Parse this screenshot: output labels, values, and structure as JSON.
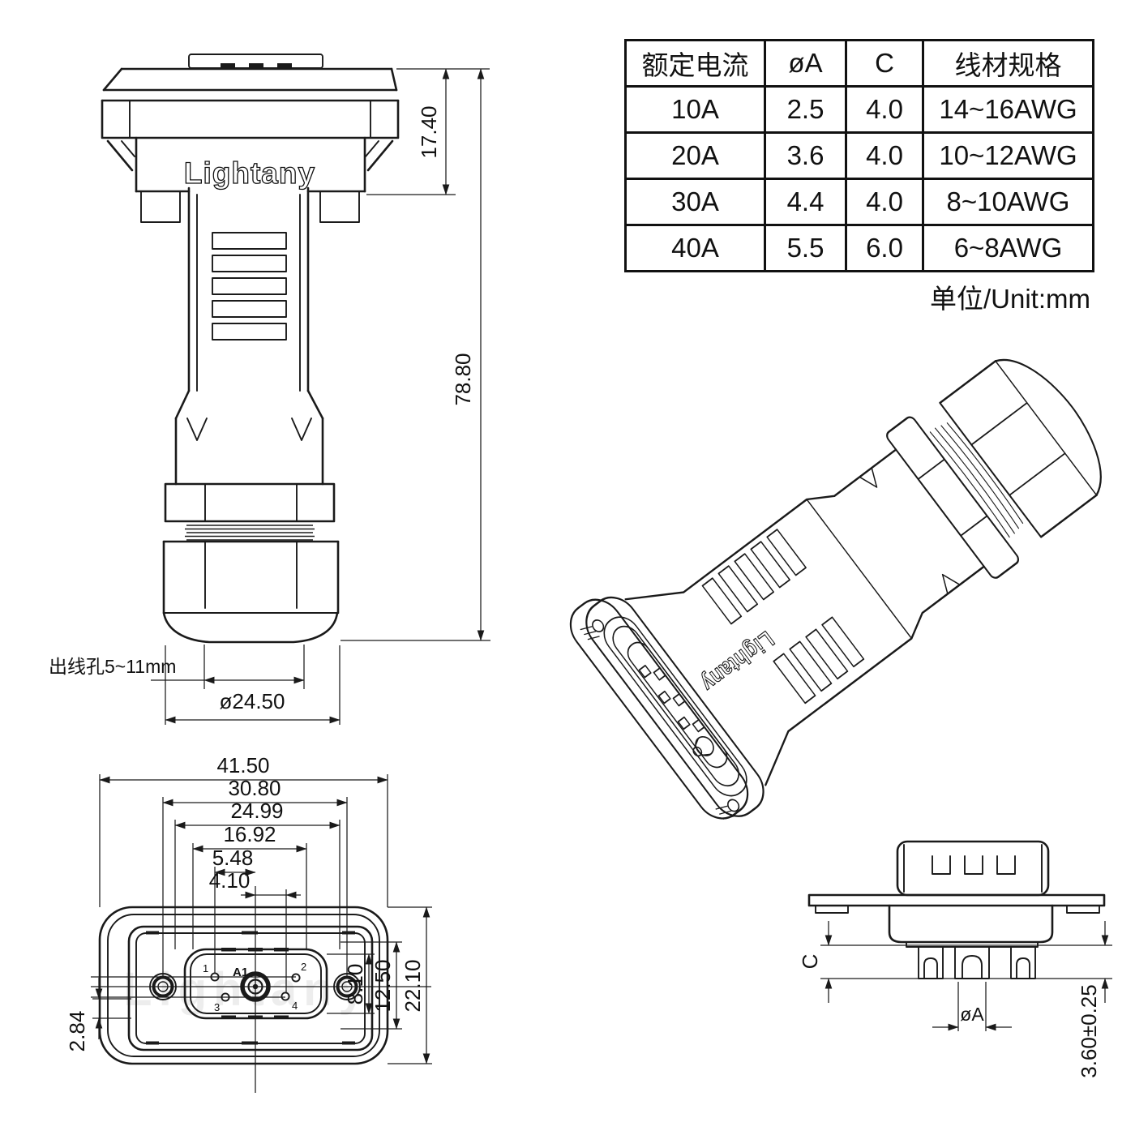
{
  "colors": {
    "ink": "#1a1a1a"
  },
  "spec_table": {
    "headers": [
      "额定电流",
      "øA",
      "C",
      "线材规格"
    ],
    "rows": [
      [
        "10A",
        "2.5",
        "4.0",
        "14~16AWG"
      ],
      [
        "20A",
        "3.6",
        "4.0",
        "10~12AWG"
      ],
      [
        "30A",
        "4.4",
        "4.0",
        "8~10AWG"
      ],
      [
        "40A",
        "5.5",
        "6.0",
        "6~8AWG"
      ]
    ],
    "unit_note": "单位/Unit:mm"
  },
  "front_view": {
    "brand": "Lightany",
    "dim_hood_height": "17.40",
    "dim_total_height": "78.80",
    "outlet_label": "出线孔5~11mm",
    "dim_gland_diameter": "ø24.50"
  },
  "iso_view": {
    "brand": "Lightany"
  },
  "face_view": {
    "watermark": "Lightany",
    "dim_41_50": "41.50",
    "dim_30_80": "30.80",
    "dim_24_99": "24.99",
    "dim_16_92": "16.92",
    "dim_5_48": "5.48",
    "dim_4_10": "4.10",
    "dim_2_84": "2.84",
    "dim_8_10": "8.10",
    "dim_12_50": "12.50",
    "dim_22_10": "22.10",
    "pin_labels": {
      "p1": "1",
      "p2": "2",
      "p3": "3",
      "p4": "4",
      "a1": "A1"
    }
  },
  "side_view": {
    "dim_c": "C",
    "dim_dia_a": "øA",
    "dim_pin_len": "3.60±0.25"
  }
}
